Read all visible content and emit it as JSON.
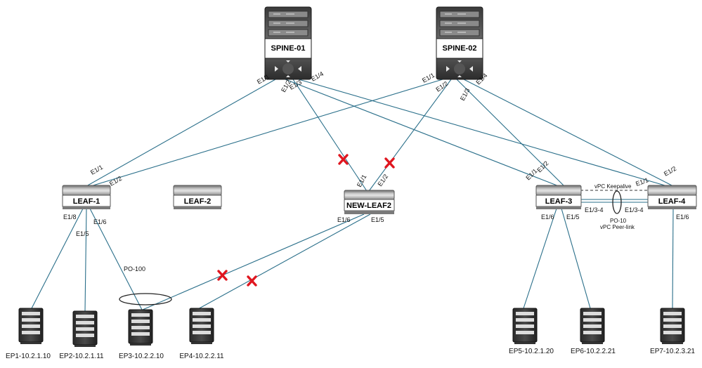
{
  "devices": {
    "spine1": "SPINE-01",
    "spine2": "SPINE-02",
    "leaf1": "LEAF-1",
    "leaf2": "LEAF-2",
    "newleaf": "NEW-LEAF2",
    "leaf3": "LEAF-3",
    "leaf4": "LEAF-4"
  },
  "endpoints": {
    "ep1": "EP1-10.2.1.10",
    "ep2": "EP2-10.2.1.11",
    "ep3": "EP3-10.2.2.10",
    "ep4": "EP4-10.2.2.11",
    "ep5": "EP5-10.2.1.20",
    "ep6": "EP6-10.2.2.21",
    "ep7": "EP7-10.2.3.21"
  },
  "ports": {
    "s1_e11": "E1/1",
    "s1_e12": "E1/2",
    "s1_e13": "E1/3",
    "s1_e14": "E1/4",
    "s2_e11": "E1/1",
    "s2_e12": "E1/2",
    "s2_e13": "E1/3",
    "s2_e14": "E1/4",
    "l1_e11": "E1/1",
    "l1_e12": "E1/2",
    "l1_e18": "E1/8",
    "l1_e15": "E1/5",
    "l1_e16": "E1/6",
    "nl_e11": "E1/1",
    "nl_e12": "E1/2",
    "nl_e16": "E1/6",
    "nl_e15": "E1/5",
    "l3_e12": "E1/2",
    "l3_e11": "E1/1",
    "l3_e134": "E1/3-4",
    "l3_e16": "E1/6",
    "l3_e15": "E1/5",
    "l4_e11": "E1/1",
    "l4_e12": "E1/2",
    "l4_e134": "E1/3-4",
    "l4_e16": "E1/6"
  },
  "annotations": {
    "po100": "PO-100",
    "vpc_keepalive": "vPC Keepalive",
    "po10": "PO-10",
    "vpc_peerlink": "vPC Peer-link"
  }
}
